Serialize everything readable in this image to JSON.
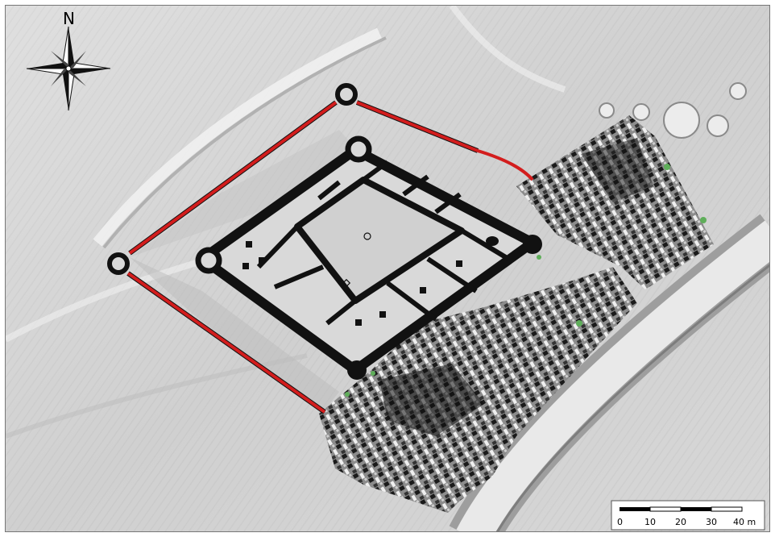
{
  "north_arrow": {
    "label": "N",
    "icon": "compass-rose-icon"
  },
  "scale_bar": {
    "tick_labels": [
      "0",
      "10",
      "20",
      "30",
      "40 m"
    ]
  },
  "colors": {
    "enclosure_outline": "#d31d1d",
    "structure_fill": "#111111",
    "terrain_base": "#d4d4d4",
    "vegetation_marker": "#5fae5a"
  },
  "layers": [
    "lidar-hillshade-terrain",
    "geophysical-survey-overlay",
    "castle-ground-plan",
    "outer-enclosure-line",
    "modern-road"
  ]
}
